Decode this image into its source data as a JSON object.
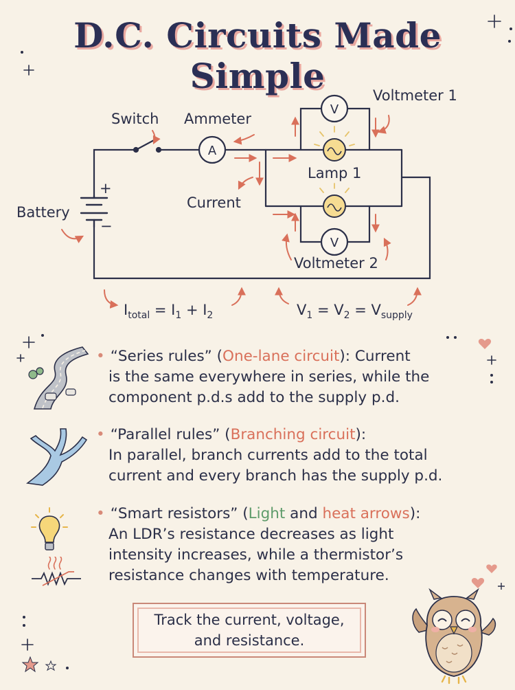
{
  "title": "D.C. Circuits Made Simple",
  "diagram": {
    "labels": {
      "switch": "Switch",
      "ammeter": "Ammeter",
      "battery": "Battery",
      "current": "Current",
      "lamp1": "Lamp 1",
      "voltmeter1": "Voltmeter 1",
      "voltmeter2": "Voltmeter 2"
    },
    "symbols": {
      "ammeter": "A",
      "voltmeter": "V",
      "plus": "+",
      "minus": "−"
    },
    "equations": {
      "current_lhs": "I",
      "current_lhs_sub": "total",
      "current_rhs": " = I",
      "current_sub1": "1",
      "current_plus": " + I",
      "current_sub2": "2",
      "voltage_v1": "V",
      "voltage_sub1": "1",
      "voltage_eq1": " = V",
      "voltage_sub2": "2",
      "voltage_eq2": " = V",
      "voltage_sub3": "supply"
    }
  },
  "rules": [
    {
      "quote": "“Series rules”",
      "paren_open": " (",
      "highlight": "One-lane circuit",
      "paren_close": "): Current",
      "line2": "is the same everywhere in series, while the",
      "line3": "component p.d.s add to the supply p.d."
    },
    {
      "quote": "“Parallel rules”",
      "paren_open": " (",
      "highlight": "Branching circuit",
      "paren_close": "):",
      "line2": "In parallel, branch currents add to the total",
      "line3": "current and every branch has the supply p.d."
    },
    {
      "quote": "“Smart resistors”",
      "paren_open": " (",
      "highlight_green": "Light",
      "and_text": " and ",
      "highlight": "heat arrows",
      "paren_close": "):",
      "line2": "An LDR’s resistance decreases as light",
      "line3": "intensity increases, while a thermistor’s",
      "line4": "resistance changes with temperature."
    }
  ],
  "tip": {
    "line1": "Track the current, voltage,",
    "line2": "and resistance."
  },
  "colors": {
    "accent": "#d9705a",
    "green": "#5e9b6a",
    "ink": "#2b2f48",
    "background": "#f8f2e7"
  }
}
